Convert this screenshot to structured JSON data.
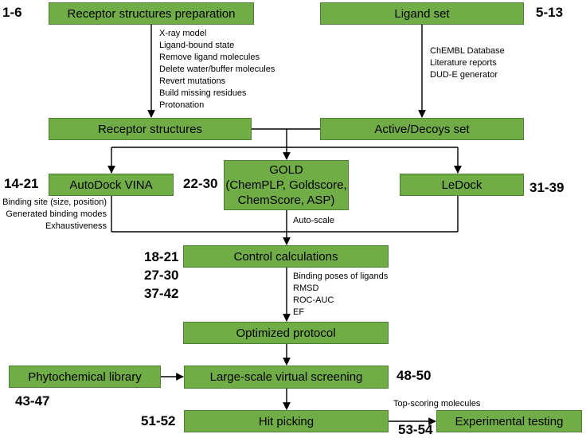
{
  "colors": {
    "box_fill": "#71ad47",
    "box_border": "#517e33",
    "text": "#000000",
    "line": "#000000"
  },
  "boxes": {
    "receptor_prep": "Receptor structures preparation",
    "ligand_set": "Ligand set",
    "receptor_structures": "Receptor structures",
    "active_decoys": "Active/Decoys set",
    "autodock": "AutoDock VINA",
    "gold": [
      "GOLD",
      "(ChemPLP, Goldscore,",
      "ChemScore, ASP)"
    ],
    "ledock": "LeDock",
    "control": "Control calculations",
    "optimized": "Optimized protocol",
    "phyto": "Phytochemical library",
    "large_scale": "Large-scale virtual screening",
    "hit_picking": "Hit picking",
    "experimental": "Experimental testing"
  },
  "refs": {
    "r1": "1-6",
    "r2": "5-13",
    "r3": "14-21",
    "r4": "22-30",
    "r5": "31-39",
    "r6": "18-21",
    "r7": "27-30",
    "r8": "37-42",
    "r9": "48-50",
    "r10": "43-47",
    "r11": "51-52",
    "r12": "53-54"
  },
  "notes": {
    "receptor_prep_steps": [
      "X-ray model",
      "Ligand-bound state",
      "Remove ligand molecules",
      "Delete water/buffer molecules",
      "Revert mutations",
      "Build missing residues",
      "Protonation"
    ],
    "ligand_sources": [
      "ChEMBL Database",
      "Literature reports",
      "DUD-E generator"
    ],
    "vina_params": [
      "Binding site (size, position)",
      "Generated binding modes",
      "Exhaustiveness"
    ],
    "gold_param": "Auto-scale",
    "control_metrics": [
      "Binding poses of ligands",
      "RMSD",
      "ROC-AUC",
      "EF"
    ],
    "top_scoring": "Top-scoring molecules"
  }
}
